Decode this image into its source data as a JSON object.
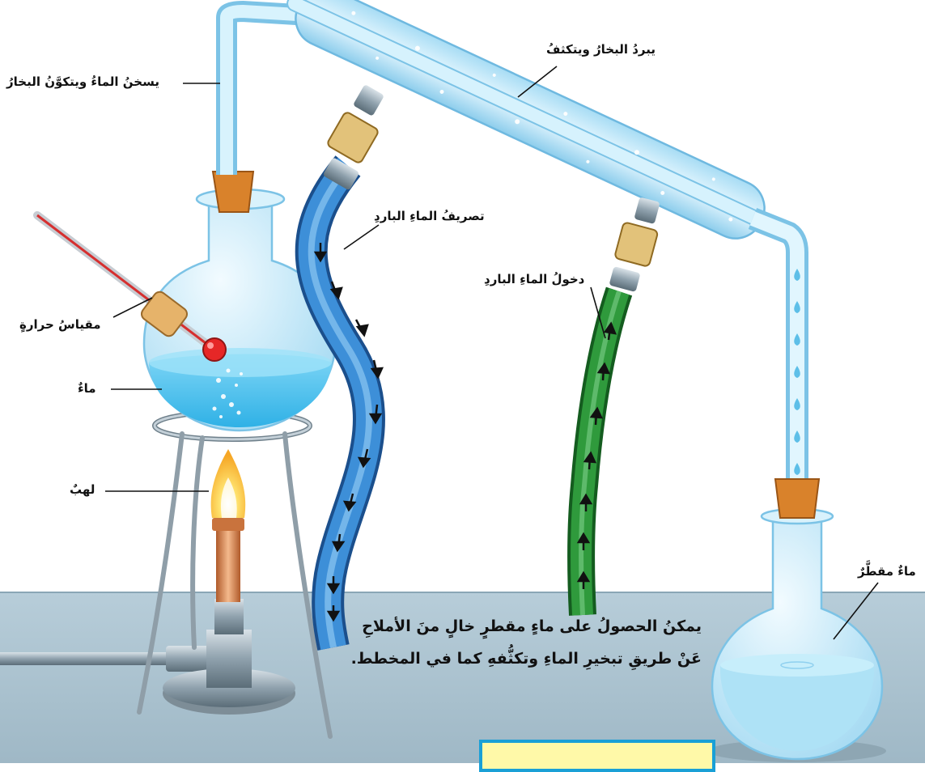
{
  "labels": {
    "vapor_forms": "يسخنُ الماءُ ويتكوَّنُ البخارُ",
    "vapor_condenses": "يبردُ البخارُ ويتكثفُ",
    "cold_water_out": "تصريفُ الماءِ الباردِ",
    "cold_water_in": "دخولُ الماءِ الباردِ",
    "thermometer": "مقياسُ حرارةٍ",
    "water": "ماءٌ",
    "flame": "لهبٌ",
    "distilled_water": "ماءٌ مقطَّرٌ"
  },
  "caption": {
    "line1": "يمكنُ الحصولُ على ماءٍ مقطرٍ خالٍ منَ الأملاحِ",
    "line2": "عَنْ طريقِ تبخيرِ الماءِ وتكثُّفهِ كما في المخطط."
  },
  "colors": {
    "bench": "#a9c1cf",
    "background": "#ffffff",
    "glass": "#bfe6f7",
    "hot_water": "#5ec5ee",
    "drain_hose": "#2f79c2",
    "inlet_hose": "#2b8f3a",
    "cork": "#d9822b",
    "note_fill": "#fff9a8",
    "note_border": "#1aa0d6"
  }
}
